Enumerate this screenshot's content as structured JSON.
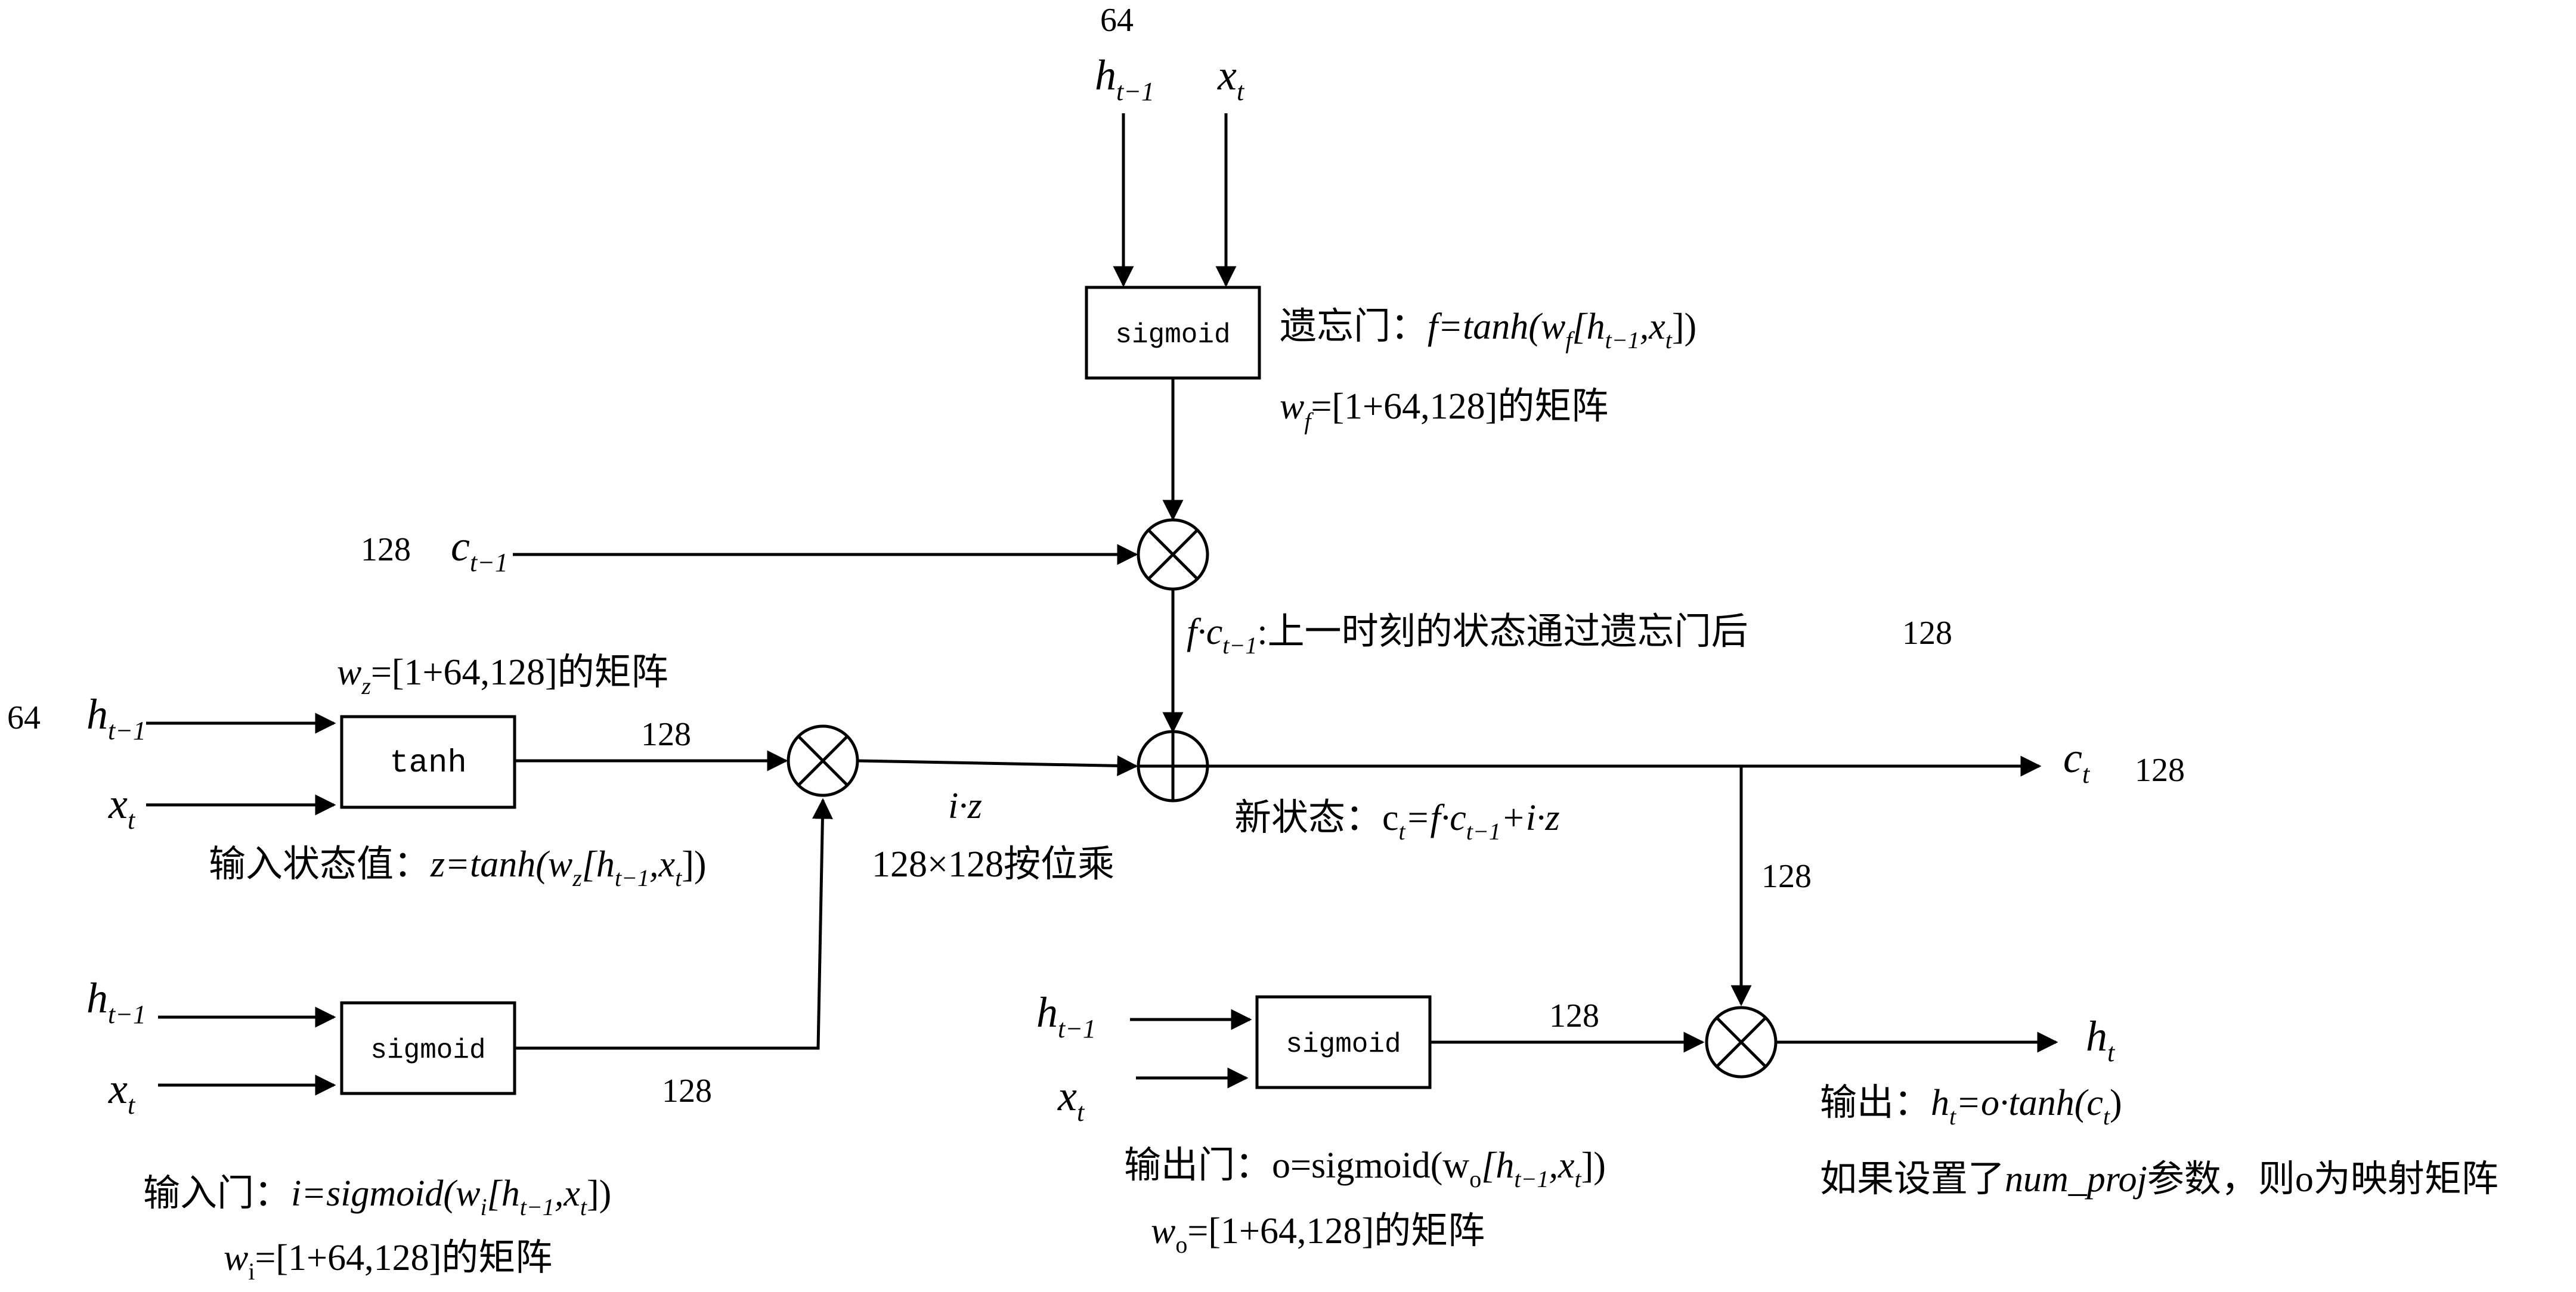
{
  "top": {
    "dim": "64",
    "h_label": "h",
    "h_sub": "t−1",
    "x_label": "x",
    "x_sub": "t"
  },
  "forget_gate": {
    "box_label": "sigmoid",
    "eq_prefix": "遗忘门：",
    "eq_body": "f=tanh(w",
    "eq_w_sub": "f",
    "eq_args": "[h",
    "eq_args_sub": "t−1",
    "eq_args_mid": ",x",
    "eq_args_x_sub": "t",
    "eq_close": "])",
    "w_label": "w",
    "w_sub": "f",
    "w_text": "=[1+64,128]的矩阵"
  },
  "cell_in": {
    "dim": "128",
    "c_label": "c",
    "c_sub": "t−1"
  },
  "fc": {
    "label": "f·c",
    "sub": "t−1",
    "text": ":上一时刻的状态通过遗忘门后",
    "dim": "128"
  },
  "input_state": {
    "w_label": "w",
    "w_sub": "z",
    "w_text": "=[1+64,128]的矩阵",
    "dim_left": "64",
    "h_label": "h",
    "h_sub": "t−1",
    "x_label": "x",
    "x_sub": "t",
    "box_label": "tanh",
    "out_dim": "128",
    "eq_prefix": "输入状态值：",
    "eq_body": "z=tanh(w",
    "eq_w_sub": "z",
    "eq_args": "[h",
    "eq_args_sub": "t−1",
    "eq_args_mid": ",x",
    "eq_args_x_sub": "t",
    "eq_close": "])"
  },
  "iz": {
    "label": "i·z",
    "desc": "128×128按位乘"
  },
  "new_state": {
    "out_label": "c",
    "out_sub": "t",
    "out_dim": "128",
    "eq_prefix": "新状态：",
    "eq_c": "c",
    "eq_c_sub": "t",
    "eq_rest_a": "=f·c",
    "eq_rest_sub": "t−1",
    "eq_rest_b": "+i·z",
    "down_dim": "128"
  },
  "input_gate": {
    "h_label": "h",
    "h_sub": "t−1",
    "x_label": "x",
    "x_sub": "t",
    "box_label": "sigmoid",
    "out_dim": "128",
    "eq_prefix": "输入门：",
    "eq_body": "i=sigmoid(w",
    "eq_w_sub": "i",
    "eq_args": "[h",
    "eq_args_sub": "t−1",
    "eq_args_mid": ",x",
    "eq_args_x_sub": "t",
    "eq_close": "])",
    "w_label": "w",
    "w_sub": "i",
    "w_text": "=[1+64,128]的矩阵"
  },
  "output_gate": {
    "h_label": "h",
    "h_sub": "t−1",
    "x_label": "x",
    "x_sub": "t",
    "box_label": "sigmoid",
    "out_dim": "128",
    "eq_prefix": "输出门：",
    "eq_body": "o=sigmoid(w",
    "eq_w_sub": "o",
    "eq_args": "[h",
    "eq_args_sub": "t−1",
    "eq_args_mid": ",x",
    "eq_args_x_sub": "t",
    "eq_close": "])",
    "w_label": "w",
    "w_sub": "o",
    "w_text": "=[1+64,128]的矩阵"
  },
  "output": {
    "h_label": "h",
    "h_sub": "t",
    "eq_prefix": "输出：",
    "eq_h": "h",
    "eq_h_sub": "t",
    "eq_rest": "=o·tanh(c",
    "eq_c_sub": "t",
    "eq_close": ")",
    "note_a": "如果设置了",
    "note_var": "num_proj",
    "note_b": "参数，则o为映射矩阵"
  }
}
